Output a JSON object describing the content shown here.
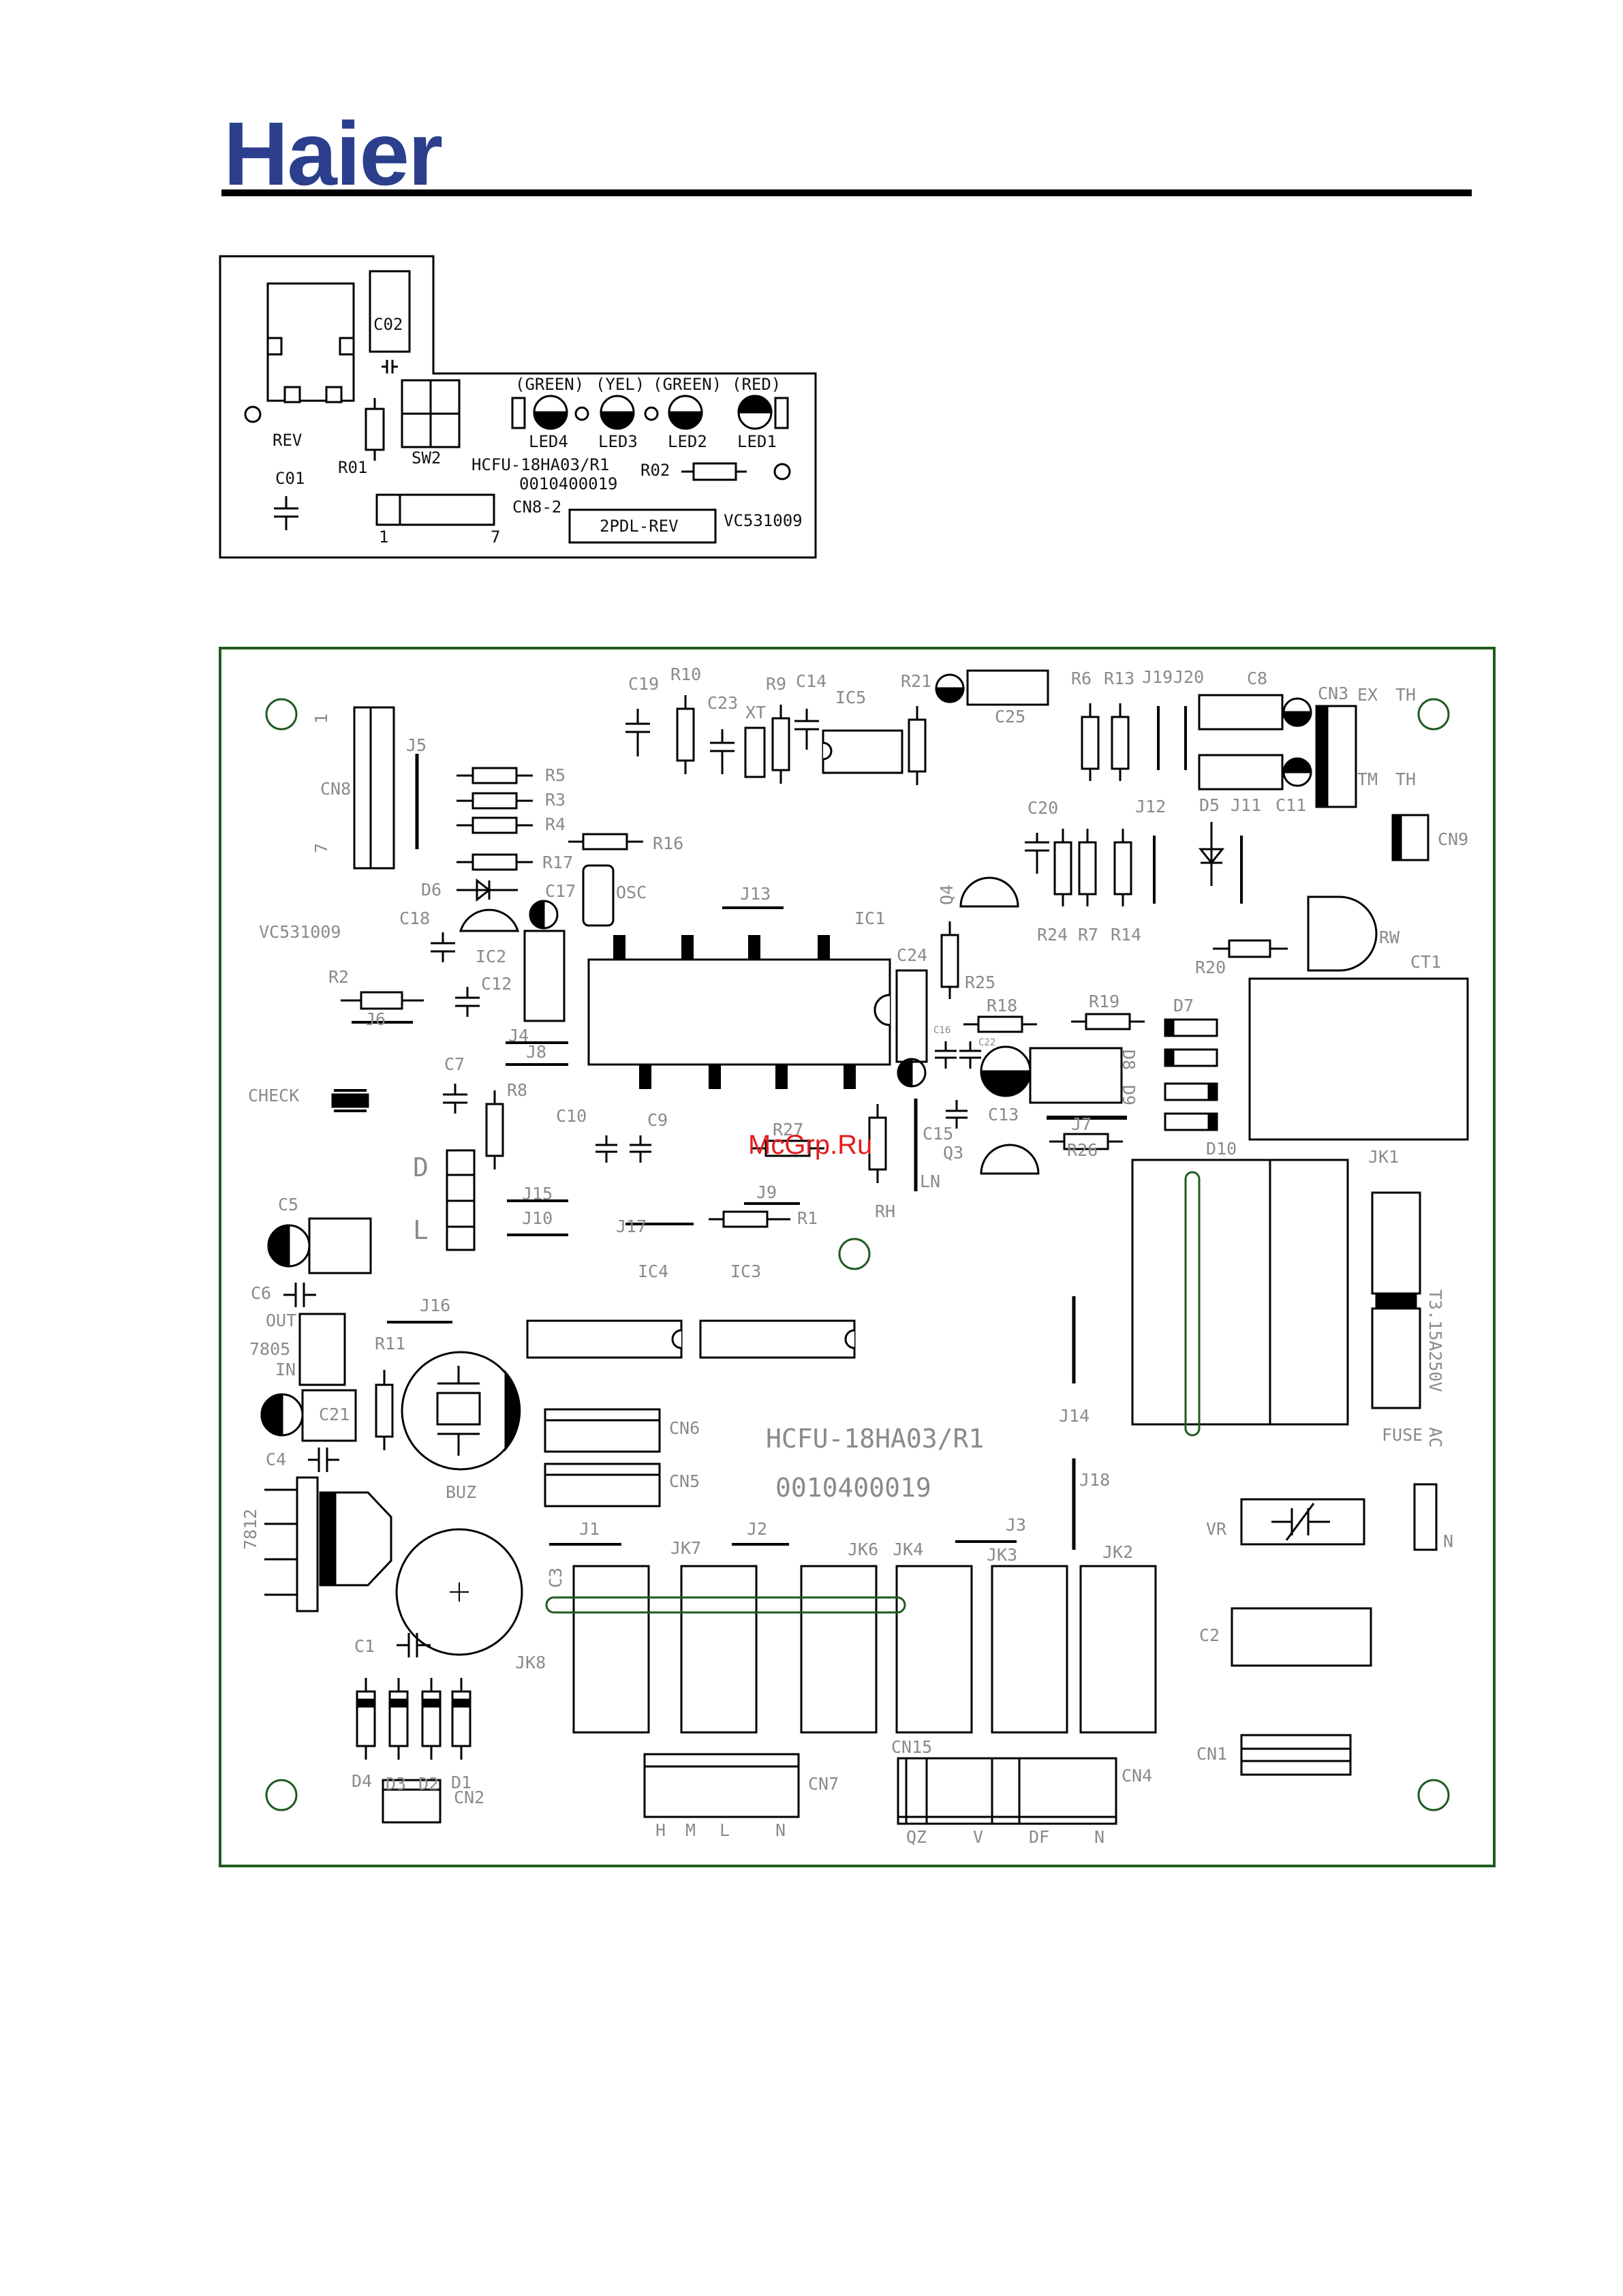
{
  "brand": {
    "logo_text": "Haier"
  },
  "watermark": {
    "text": "McGrp.Ru"
  },
  "display_board": {
    "labels": [
      {
        "id": "c02",
        "t": "C02"
      },
      {
        "id": "rev",
        "t": "REV"
      },
      {
        "id": "r01",
        "t": "R01"
      },
      {
        "id": "sw2",
        "t": "SW2"
      },
      {
        "id": "c01",
        "t": "C01"
      },
      {
        "id": "green4",
        "t": "(GREEN)"
      },
      {
        "id": "yel",
        "t": "(YEL)"
      },
      {
        "id": "green2",
        "t": "(GREEN)"
      },
      {
        "id": "red",
        "t": "(RED)"
      },
      {
        "id": "led4",
        "t": "LED4"
      },
      {
        "id": "led3",
        "t": "LED3"
      },
      {
        "id": "led2",
        "t": "LED2"
      },
      {
        "id": "led1",
        "t": "LED1"
      },
      {
        "id": "model",
        "t": "HCFU-18HA03/R1"
      },
      {
        "id": "part",
        "t": "0010400019"
      },
      {
        "id": "r02",
        "t": "R02"
      },
      {
        "id": "cn82",
        "t": "CN8-2"
      },
      {
        "id": "pin1",
        "t": "1"
      },
      {
        "id": "pin7",
        "t": "7"
      },
      {
        "id": "box",
        "t": "2PDL-REV"
      },
      {
        "id": "vc",
        "t": "VC531009"
      }
    ]
  },
  "main_board": {
    "labels": [
      {
        "id": "c19",
        "t": "C19"
      },
      {
        "id": "r10",
        "t": "R10"
      },
      {
        "id": "c23",
        "t": "C23"
      },
      {
        "id": "xt",
        "t": "XT"
      },
      {
        "id": "r9",
        "t": "R9"
      },
      {
        "id": "c14",
        "t": "C14"
      },
      {
        "id": "ic5",
        "t": "IC5"
      },
      {
        "id": "r21",
        "t": "R21"
      },
      {
        "id": "c25",
        "t": "C25"
      },
      {
        "id": "r6",
        "t": "R6"
      },
      {
        "id": "r13",
        "t": "R13"
      },
      {
        "id": "j19",
        "t": "J19"
      },
      {
        "id": "j20",
        "t": "J20"
      },
      {
        "id": "c8",
        "t": "C8"
      },
      {
        "id": "cn3",
        "t": "CN3"
      },
      {
        "id": "ex",
        "t": "EX"
      },
      {
        "id": "th1",
        "t": "TH"
      },
      {
        "id": "tm",
        "t": "TM"
      },
      {
        "id": "th2",
        "t": "TH"
      },
      {
        "id": "c20",
        "t": "C20"
      },
      {
        "id": "j12",
        "t": "J12"
      },
      {
        "id": "d5",
        "t": "D5"
      },
      {
        "id": "j11",
        "t": "J11"
      },
      {
        "id": "c11",
        "t": "C11"
      },
      {
        "id": "cn9",
        "t": "CN9"
      },
      {
        "id": "j5",
        "t": "J5"
      },
      {
        "id": "cn8",
        "t": "CN8"
      },
      {
        "id": "p1",
        "t": "1"
      },
      {
        "id": "p7",
        "t": "7"
      },
      {
        "id": "r5",
        "t": "R5"
      },
      {
        "id": "r3",
        "t": "R3"
      },
      {
        "id": "r4",
        "t": "R4"
      },
      {
        "id": "r17",
        "t": "R17"
      },
      {
        "id": "r16",
        "t": "R16"
      },
      {
        "id": "d6",
        "t": "D6"
      },
      {
        "id": "c17",
        "t": "C17"
      },
      {
        "id": "osc",
        "t": "OSC"
      },
      {
        "id": "j13",
        "t": "J13"
      },
      {
        "id": "ic1",
        "t": "IC1"
      },
      {
        "id": "q4",
        "t": "Q4"
      },
      {
        "id": "r24",
        "t": "R24"
      },
      {
        "id": "r7",
        "t": "R7"
      },
      {
        "id": "r14",
        "t": "R14"
      },
      {
        "id": "r20",
        "t": "R20"
      },
      {
        "id": "rw",
        "t": "RW"
      },
      {
        "id": "ct1",
        "t": "CT1"
      },
      {
        "id": "vc2",
        "t": "VC531009"
      },
      {
        "id": "c18",
        "t": "C18"
      },
      {
        "id": "ic2",
        "t": "IC2"
      },
      {
        "id": "r2",
        "t": "R2"
      },
      {
        "id": "c12",
        "t": "C12"
      },
      {
        "id": "j6",
        "t": "J6"
      },
      {
        "id": "c24",
        "t": "C24"
      },
      {
        "id": "r25",
        "t": "R25"
      },
      {
        "id": "r18",
        "t": "R18"
      },
      {
        "id": "r19",
        "t": "R19"
      },
      {
        "id": "d7",
        "t": "D7"
      },
      {
        "id": "c16",
        "t": "C16"
      },
      {
        "id": "c22",
        "t": "C22"
      },
      {
        "id": "d8",
        "t": "D8"
      },
      {
        "id": "d9",
        "t": "D9"
      },
      {
        "id": "j4",
        "t": "J4"
      },
      {
        "id": "j8",
        "t": "J8"
      },
      {
        "id": "c7",
        "t": "C7"
      },
      {
        "id": "check",
        "t": "CHECK"
      },
      {
        "id": "r8",
        "t": "R8"
      },
      {
        "id": "c10",
        "t": "C10"
      },
      {
        "id": "c9",
        "t": "C9"
      },
      {
        "id": "r27",
        "t": "R27"
      },
      {
        "id": "c15",
        "t": "C15"
      },
      {
        "id": "c13",
        "t": "C13"
      },
      {
        "id": "j7",
        "t": "J7"
      },
      {
        "id": "q3",
        "t": "Q3"
      },
      {
        "id": "r26",
        "t": "R26"
      },
      {
        "id": "d10",
        "t": "D10"
      },
      {
        "id": "jk1",
        "t": "JK1"
      },
      {
        "id": "dd",
        "t": "D"
      },
      {
        "id": "ll",
        "t": "L"
      },
      {
        "id": "j15",
        "t": "J15"
      },
      {
        "id": "j10",
        "t": "J10"
      },
      {
        "id": "j9",
        "t": "J9"
      },
      {
        "id": "r1",
        "t": "R1"
      },
      {
        "id": "ln",
        "t": "LN"
      },
      {
        "id": "rh",
        "t": "RH"
      },
      {
        "id": "j17",
        "t": "J17"
      },
      {
        "id": "ic4",
        "t": "IC4"
      },
      {
        "id": "ic3",
        "t": "IC3"
      },
      {
        "id": "c5",
        "t": "C5"
      },
      {
        "id": "c6",
        "t": "C6"
      },
      {
        "id": "out",
        "t": "OUT"
      },
      {
        "id": "v7805",
        "t": "7805"
      },
      {
        "id": "in",
        "t": "IN"
      },
      {
        "id": "j16",
        "t": "J16"
      },
      {
        "id": "r11",
        "t": "R11"
      },
      {
        "id": "c21",
        "t": "C21"
      },
      {
        "id": "c4",
        "t": "C4"
      },
      {
        "id": "buz",
        "t": "BUZ"
      },
      {
        "id": "cn6",
        "t": "CN6"
      },
      {
        "id": "cn5",
        "t": "CN5"
      },
      {
        "id": "model2",
        "t": "HCFU-18HA03/R1"
      },
      {
        "id": "part2",
        "t": "0010400019"
      },
      {
        "id": "j14",
        "t": "J14"
      },
      {
        "id": "j18",
        "t": "J18"
      },
      {
        "id": "fuse_rating",
        "t": "T3.15A250V"
      },
      {
        "id": "fuse",
        "t": "FUSE"
      },
      {
        "id": "ac",
        "t": "AC"
      },
      {
        "id": "vr",
        "t": "VR"
      },
      {
        "id": "nn",
        "t": "N"
      },
      {
        "id": "v7812",
        "t": "7812"
      },
      {
        "id": "c3",
        "t": "C3"
      },
      {
        "id": "j1",
        "t": "J1"
      },
      {
        "id": "jk7",
        "t": "JK7"
      },
      {
        "id": "j2",
        "t": "J2"
      },
      {
        "id": "jk6",
        "t": "JK6"
      },
      {
        "id": "jk4",
        "t": "JK4"
      },
      {
        "id": "j3",
        "t": "J3"
      },
      {
        "id": "jk3",
        "t": "JK3"
      },
      {
        "id": "jk2",
        "t": "JK2"
      },
      {
        "id": "c2",
        "t": "C2"
      },
      {
        "id": "c1",
        "t": "C1"
      },
      {
        "id": "jk8",
        "t": "JK8"
      },
      {
        "id": "cn1",
        "t": "CN1"
      },
      {
        "id": "d4",
        "t": "D4"
      },
      {
        "id": "d3",
        "t": "D3"
      },
      {
        "id": "d2",
        "t": "D2"
      },
      {
        "id": "d1",
        "t": "D1"
      },
      {
        "id": "cn2",
        "t": "CN2"
      },
      {
        "id": "cn7",
        "t": "CN7"
      },
      {
        "id": "cn15",
        "t": "CN15"
      },
      {
        "id": "cn4",
        "t": "CN4"
      },
      {
        "id": "h",
        "t": "H"
      },
      {
        "id": "m",
        "t": "M"
      },
      {
        "id": "l2",
        "t": "L"
      },
      {
        "id": "n2",
        "t": "N"
      },
      {
        "id": "qz",
        "t": "QZ"
      },
      {
        "id": "vv",
        "t": "V"
      },
      {
        "id": "df",
        "t": "DF"
      },
      {
        "id": "n3",
        "t": "N"
      }
    ]
  }
}
